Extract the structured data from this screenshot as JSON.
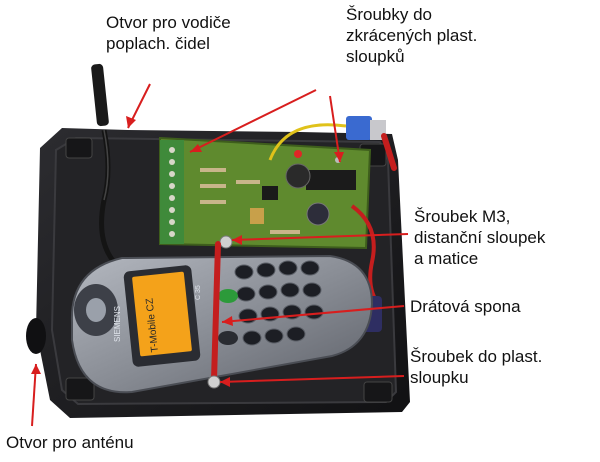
{
  "annotations": {
    "wire_hole": "Otvor pro vodiče\npoplach. čidel",
    "short_screws": "Šroubky do\nzkrácených plast.\nsloupků",
    "m3_screw": "Šroubek M3,\ndistanční sloupek\na matice",
    "wire_clip": "Drátová spona",
    "plastic_screw": "Šroubek do plast.\nsloupku",
    "antenna_hole": "Otvor pro anténu"
  },
  "phone": {
    "brand": "SIEMENS",
    "model": "C 35",
    "display_operator": "T-Mobile CZ"
  },
  "colors": {
    "arrow": "#d81e1e",
    "enclosure": "#1d1d1f",
    "pcb": "#5f8a2e",
    "phone_body": "#8a8e96",
    "display": "#f4a21a",
    "wire_red": "#c41e1e",
    "wire_yellow": "#e0c21a"
  }
}
